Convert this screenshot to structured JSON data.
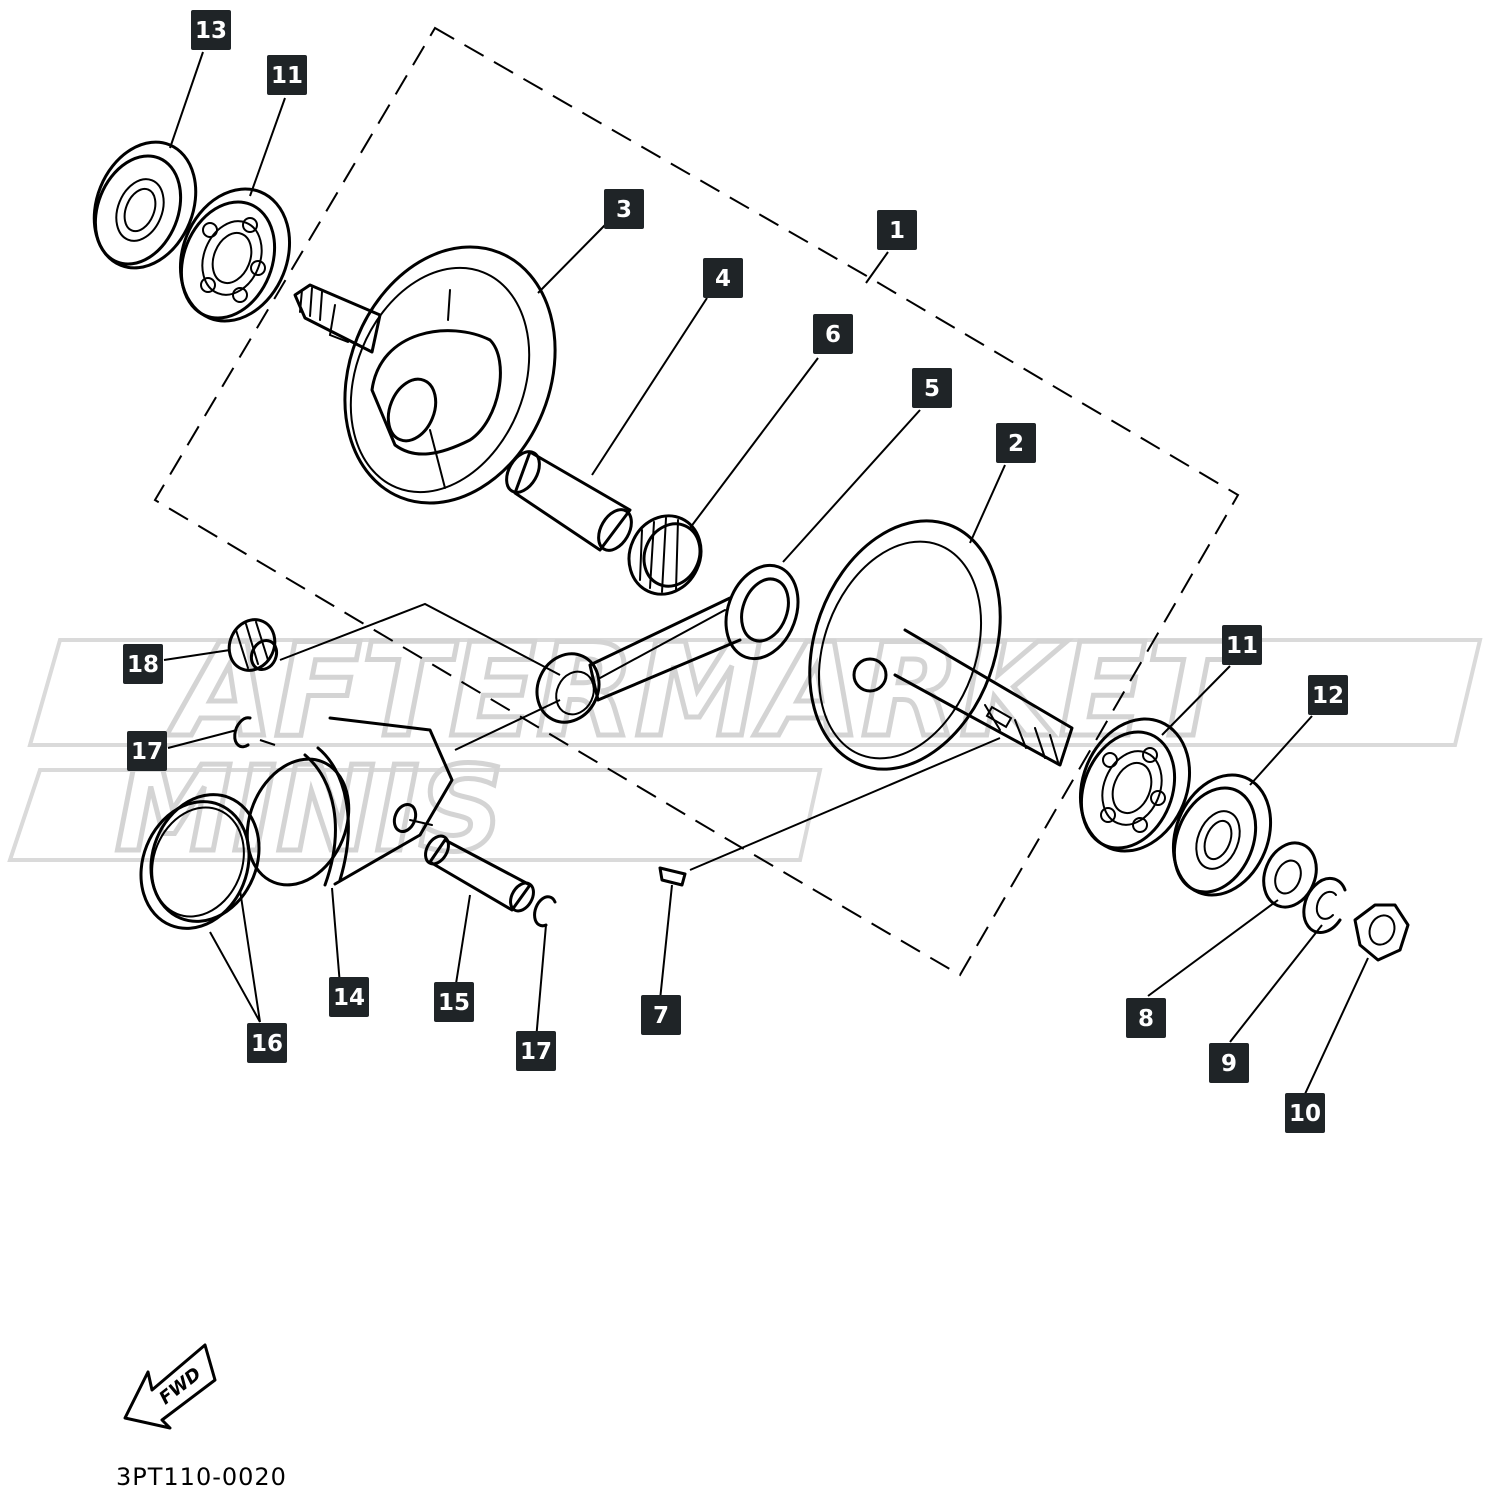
{
  "watermark": {
    "line1": "AFTERMARKET",
    "line2": "MINIS"
  },
  "fwd_arrow": {
    "label": "FWD",
    "icon": "forward-arrow-icon"
  },
  "diagram_code": "3PT110-0020",
  "callouts": [
    {
      "id": "c13",
      "label": "13"
    },
    {
      "id": "c11a",
      "label": "11"
    },
    {
      "id": "c3",
      "label": "3"
    },
    {
      "id": "c1",
      "label": "1"
    },
    {
      "id": "c4",
      "label": "4"
    },
    {
      "id": "c6",
      "label": "6"
    },
    {
      "id": "c5",
      "label": "5"
    },
    {
      "id": "c2",
      "label": "2"
    },
    {
      "id": "c11b",
      "label": "11"
    },
    {
      "id": "c12",
      "label": "12"
    },
    {
      "id": "c18",
      "label": "18"
    },
    {
      "id": "c17a",
      "label": "17"
    },
    {
      "id": "c14",
      "label": "14"
    },
    {
      "id": "c15",
      "label": "15"
    },
    {
      "id": "c16",
      "label": "16"
    },
    {
      "id": "c17b",
      "label": "17"
    },
    {
      "id": "c7",
      "label": "7"
    },
    {
      "id": "c8",
      "label": "8"
    },
    {
      "id": "c9",
      "label": "9"
    },
    {
      "id": "c10",
      "label": "10"
    }
  ]
}
